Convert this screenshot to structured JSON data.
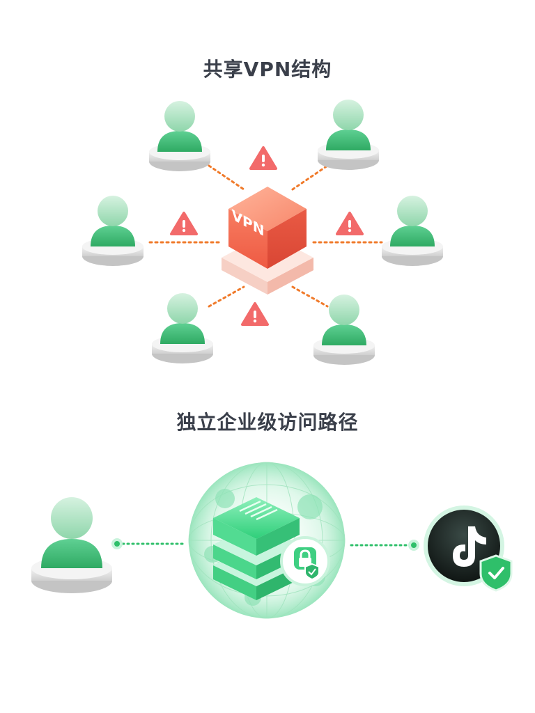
{
  "sections": {
    "shared": {
      "title": "共享VPN结构",
      "hub_label": "VPN",
      "user_count": 6,
      "warning_count": 4
    },
    "dedicated": {
      "title": "独立企业级访问路径",
      "destination_icon": "tiktok-note-icon",
      "lock_icon": "lock-shield-icon",
      "verified_icon": "check-shield-icon"
    }
  },
  "colors": {
    "title": "#3a3f4a",
    "user_green": "#3fbf7a",
    "user_light": "#bfe8cf",
    "vpn_orange": "#f26a4f",
    "warning_red": "#f26a6a",
    "link_orange": "#f07a2a",
    "link_green": "#2fbf6a"
  }
}
